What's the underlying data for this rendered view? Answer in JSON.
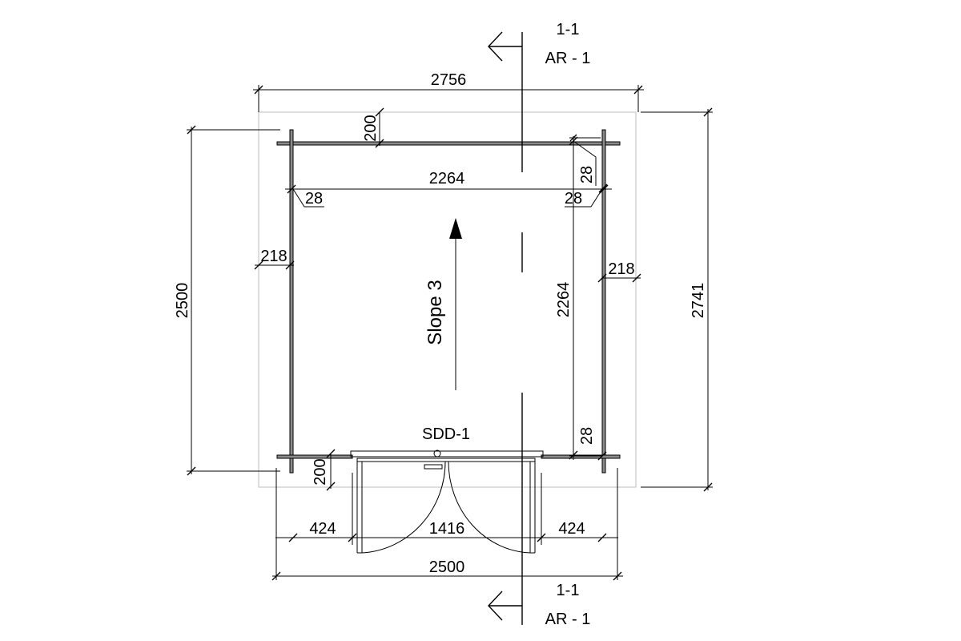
{
  "dimensions": {
    "overall_roof_width": "2756",
    "overall_roof_depth": "2741",
    "wall_depth_outer": "2500",
    "wall_width_outer": "2500",
    "inner_width": "2264",
    "inner_depth": "2264",
    "overhang_left": "218",
    "overhang_right": "218",
    "wall_thickness_top_left": "28",
    "wall_thickness_top_right": "28",
    "wall_thickness_right_top": "28",
    "wall_thickness_right_bottom": "28",
    "overhang_top": "200",
    "overhang_bottom": "200",
    "door_side_left": "424",
    "door_width": "1416",
    "door_side_right": "424"
  },
  "labels": {
    "section_top_number": "1-1",
    "section_top_sheet": "AR - 1",
    "section_bottom_number": "1-1",
    "section_bottom_sheet": "AR - 1",
    "door_tag": "SDD-1",
    "slope": "Slope 3"
  }
}
